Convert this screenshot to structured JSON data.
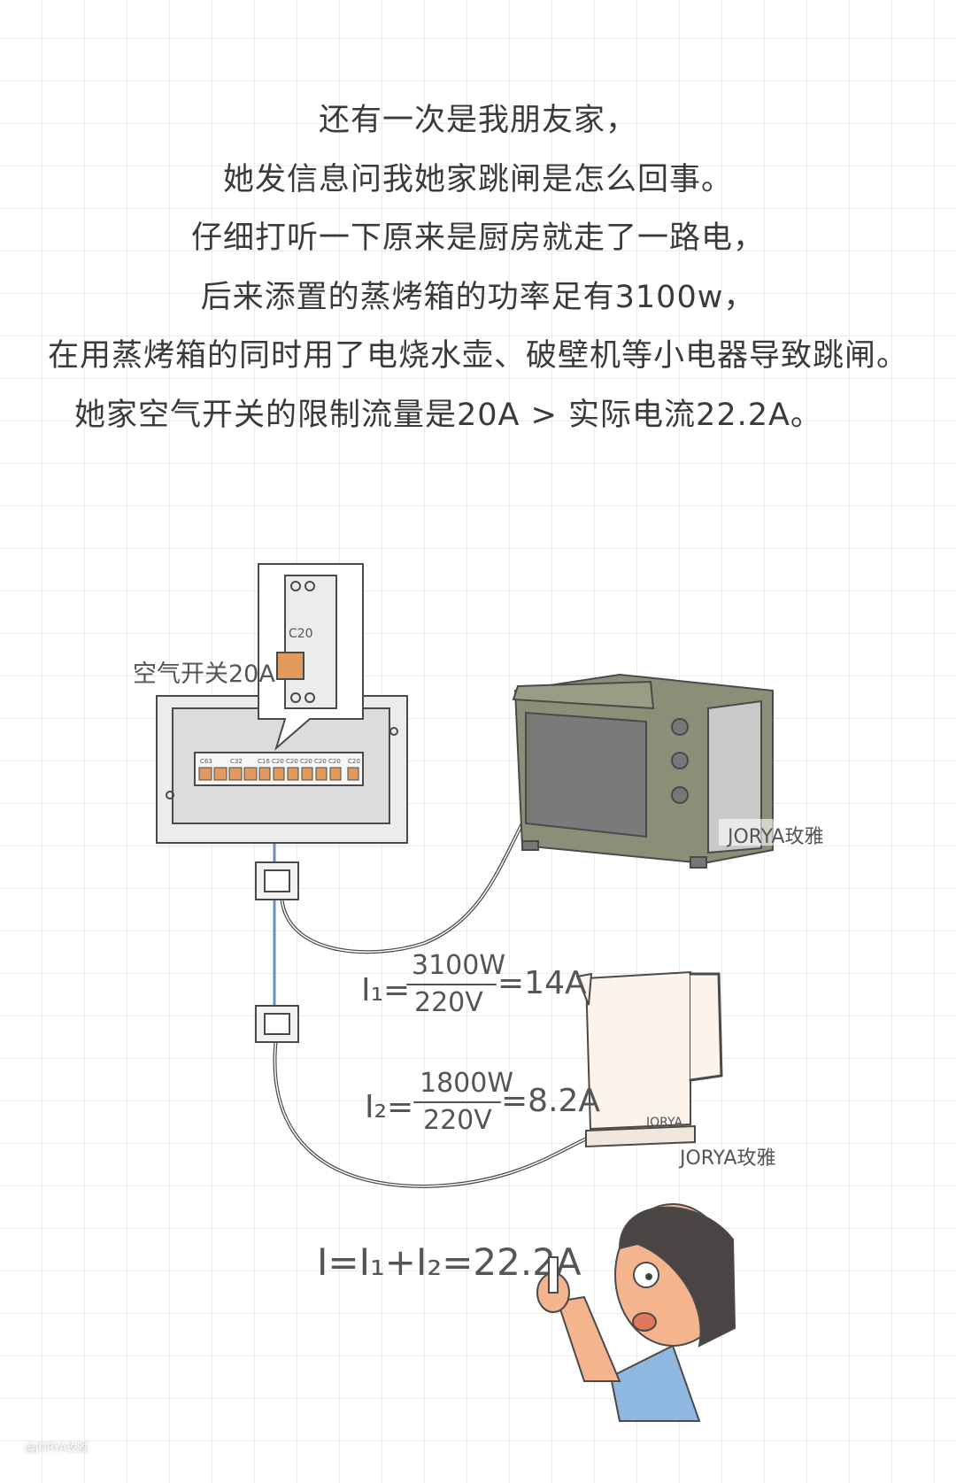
{
  "story": {
    "lines": [
      "还有一次是我朋友家，",
      "她发信息问我她家跳闸是怎么回事。",
      "仔细打听一下原来是厨房就走了一路电，",
      "后来添置的蒸烤箱的功率足有3100w，",
      "在用蒸烤箱的同时用了电烧水壶、破壁机等小电器导致跳闸。",
      "她家空气开关的限制流量是20A > 实际电流22.2A。"
    ]
  },
  "illustration": {
    "breaker_label": "空气开关20A",
    "breaker_rating": "C20",
    "panel_breakers": [
      "C63",
      "C32",
      "C16",
      "C20",
      "C20",
      "C20",
      "C20",
      "C20",
      "C20"
    ],
    "formula1": {
      "lhs": "I₁=",
      "numerator": "3100W",
      "denominator": "220V",
      "result": "=14A"
    },
    "formula2": {
      "lhs": "I₂=",
      "numerator": "1800W",
      "denominator": "220V",
      "result": "=8.2A"
    },
    "formula_total": "I=I₁+I₂=22.2A",
    "kettle_brand": "JORYA",
    "watermark_oven": "JORYA玫雅",
    "watermark_kettle": "JORYA玫雅"
  },
  "footer_watermark": "@JORYA玫雅",
  "colors": {
    "text": "#3a3a3a",
    "oven": "#8c8f78",
    "switch": "#e39a5e",
    "wire": "#6d8fc0",
    "skin": "#f4b48e",
    "shirt": "#8fb8e0",
    "hair": "#4a4444"
  }
}
